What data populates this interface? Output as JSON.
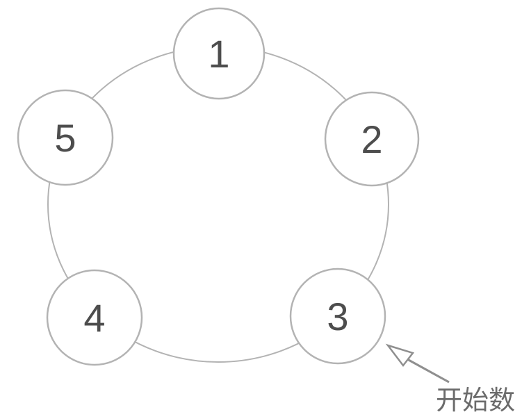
{
  "diagram": {
    "type": "circular-counting-ring",
    "nodes": [
      {
        "id": "node-1",
        "label": "1"
      },
      {
        "id": "node-2",
        "label": "2"
      },
      {
        "id": "node-3",
        "label": "3"
      },
      {
        "id": "node-4",
        "label": "4"
      },
      {
        "id": "node-5",
        "label": "5"
      }
    ],
    "annotation": {
      "label": "开始数",
      "points_to_node": "3"
    },
    "colors": {
      "background": "#ffffff",
      "ring_stroke": "#b3b3b3",
      "node_fill": "#ffffff",
      "node_stroke": "#b3b3b3",
      "number_color": "#4d4d4d",
      "arrow_color": "#8f8f8f",
      "annotation_text_color": "#6b6b6b"
    }
  }
}
